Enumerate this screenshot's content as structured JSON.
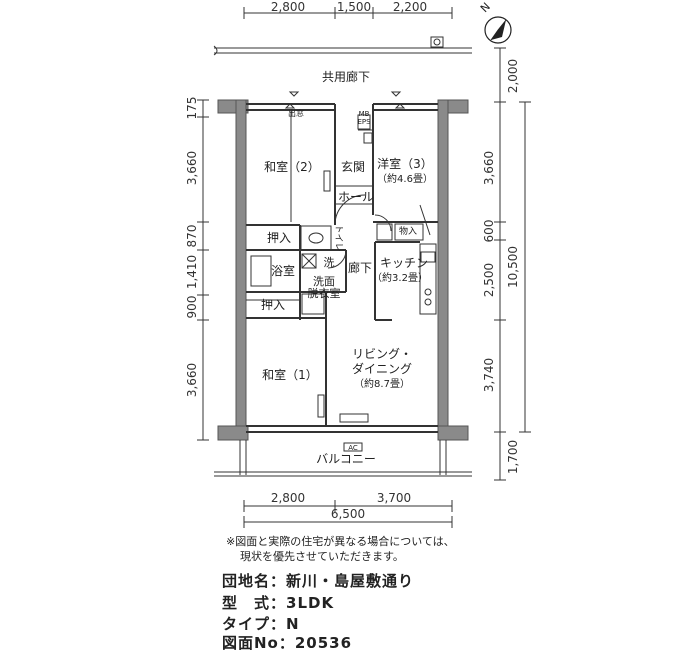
{
  "dimensions": {
    "top": [
      "2,800",
      "1,500",
      "2,200"
    ],
    "bottom_inner": [
      "2,800",
      "3,700"
    ],
    "bottom_total": "6,500",
    "left": [
      "175",
      "3,660",
      "870",
      "1,410",
      "900",
      "3,660"
    ],
    "right": [
      "2,000",
      "3,660",
      "600",
      "2,500",
      "3,740",
      "1,700"
    ],
    "right_total": "10,500"
  },
  "compass": "N",
  "labels": {
    "common_corridor": "共用廊下",
    "demado": "出窓",
    "mb": "MB",
    "eps": "EPS",
    "washitsu2": "和室（2）",
    "genkan": "玄関",
    "youshitsu3": "洋室（3）",
    "youshitsu3_size": "（約4.6畳）",
    "hall": "ホール",
    "oshiire1": "押入",
    "toilet": "トイレ",
    "monoire": "物入",
    "bath": "浴室",
    "wash": "洗",
    "senmen": "洗面",
    "datsui": "脱衣室",
    "rouka": "廊下",
    "kitchen": "キッチン",
    "kitchen_size": "（約3.2畳）",
    "oshiire2": "押入",
    "washitsu1": "和室（1）",
    "living1": "リビング・",
    "living2": "ダイニング",
    "living_size": "（約8.7畳）",
    "ac": "AC",
    "balcony": "バルコニー"
  },
  "note_line1": "※図面と実際の住宅が異なる場合については、",
  "note_line2": "現状を優先させていただきます。",
  "info": {
    "name_label": "団地名：",
    "name_value": "新川・島屋敷通り",
    "type_label": "型　式：",
    "type_value": "3LDK",
    "kind_label": "タイプ：",
    "kind_value": "N",
    "no_label": "図面No：",
    "no_value": "20536"
  }
}
